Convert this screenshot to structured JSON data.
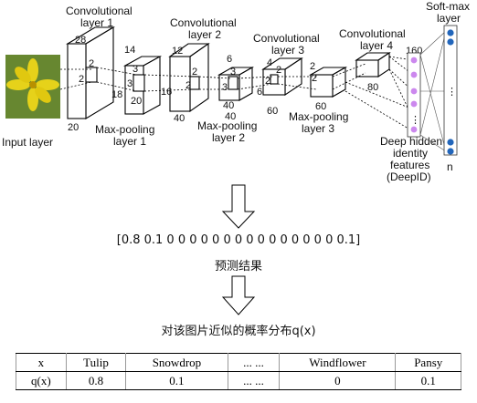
{
  "labels": {
    "input_layer": "Input layer",
    "conv1": [
      "Convolutional",
      "layer 1"
    ],
    "conv2": [
      "Convolutional",
      "layer 2"
    ],
    "conv3": [
      "Convolutional",
      "layer 3"
    ],
    "conv4": [
      "Convolutional",
      "layer 4"
    ],
    "pool1": [
      "Max-pooling",
      "layer 1"
    ],
    "pool2": [
      "Max-pooling",
      "layer 2"
    ],
    "pool3": [
      "Max-pooling",
      "layer 3"
    ],
    "softmax": [
      "Soft-max",
      "layer"
    ],
    "deepid": [
      "Deep hidden",
      "identity",
      "features",
      "(DeepID)"
    ],
    "n": "n",
    "dots": "⋮"
  },
  "dims": {
    "conv1": [
      "28",
      "2",
      "2",
      "20"
    ],
    "pool1": [
      "14",
      "3",
      "3",
      "18",
      "20"
    ],
    "conv2": [
      "12",
      "2",
      "2",
      "16",
      "40"
    ],
    "pool2": [
      "6",
      "3",
      "3",
      "40",
      "40"
    ],
    "conv3": [
      "4",
      "2",
      "2",
      "6",
      "60"
    ],
    "pool3": [
      "2",
      "2",
      "60"
    ],
    "conv4": [
      "160",
      "80"
    ]
  },
  "prediction_vector": "[0.8 0.1 0 0 0 0 0 0 0 0 0 0 0 0 0 0 0 0.1]",
  "prediction_caption": "预测结果",
  "distribution_caption": "对该图片近似的概率分布q(x)",
  "table": {
    "header": [
      "x",
      "Tulip",
      "Snowdrop",
      "... ...",
      "Windflower",
      "Pansy"
    ],
    "row": [
      "q(x)",
      "0.8",
      "0.1",
      "... ...",
      "0",
      "0.1"
    ]
  },
  "colors": {
    "flower_petal": "#e6d21a",
    "flower_bg": "#5a7a2a",
    "deepid_node": "#cc88ee",
    "softmax_node": "#2266bb"
  }
}
